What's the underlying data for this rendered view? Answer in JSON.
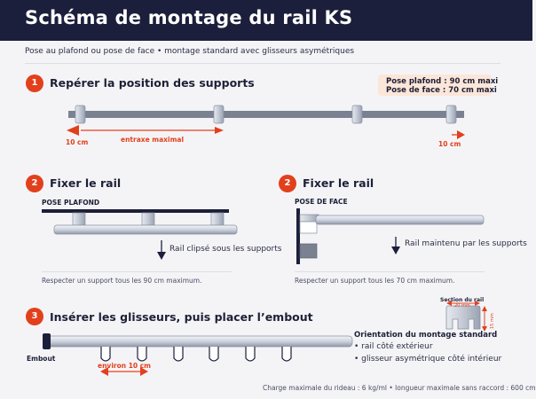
{
  "title": "Schéma de montage du rail KS",
  "subtitle": "Pose au plafond ou pose de face • montage standard avec glisseurs asymétriques",
  "step1": {
    "number": "1",
    "title": "Repérer la position des supports",
    "info_ceiling": "Pose plafond : 90 cm maxi",
    "info_face": "Pose de face : 70 cm maxi",
    "left_gap": "10 cm",
    "spacing": "entraxe maximal",
    "right_gap": "10 cm"
  },
  "step2a": {
    "number": "2",
    "title": "Fixer le rail",
    "mount": "POSE PLAFOND",
    "caption": "Rail clipsé sous les supports",
    "note": "Respecter un support tous les 90 cm maximum."
  },
  "step2b": {
    "number": "2",
    "title": "Fixer le rail",
    "mount": "POSE DE FACE",
    "caption": "Rail maintenu par les supports",
    "note": "Respecter un support tous les 70 cm maximum."
  },
  "step3": {
    "number": "3",
    "title": "Insérer les glisseurs, puis placer l’embout",
    "endcap": "Embout",
    "glider_spacing": "environ 10 cm",
    "section_title": "Section du rail",
    "section_width": "20 mm",
    "section_height": "15 mm",
    "orientation_title": "Orientation du montage standard",
    "orientation_items": [
      "rail côté extérieur",
      "glisseur asymétrique côté intérieur"
    ]
  },
  "footer": "Charge maximale du rideau : 6 kg/ml • longueur maximale sans raccord : 600 cm",
  "colors": {
    "navy": "#1c1f3b",
    "accent": "#e2401c",
    "rail": "#7a8292",
    "info_bg": "#fbe6d9"
  }
}
